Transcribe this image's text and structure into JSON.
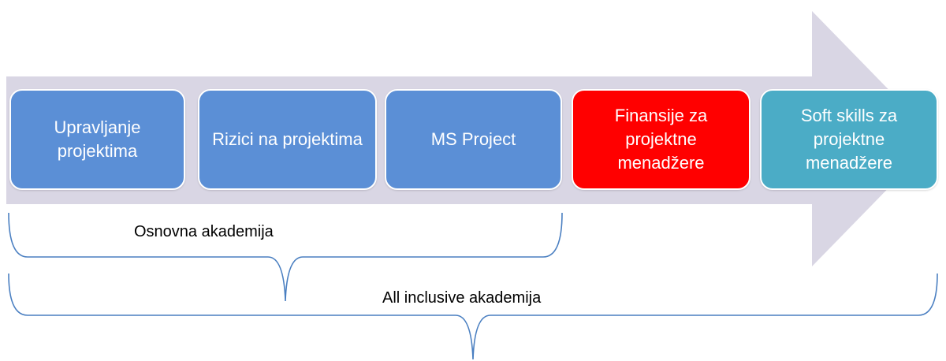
{
  "steps": [
    {
      "label": "Upravljanje projektima",
      "color": "#5b8fd6"
    },
    {
      "label": "Rizici na projektima",
      "color": "#5b8fd6"
    },
    {
      "label": "MS Project",
      "color": "#5b8fd6"
    },
    {
      "label": "Finansije za projektne menadžere",
      "color": "#ff0000"
    },
    {
      "label": "Soft skills za projektne menadžere",
      "color": "#4bacc6"
    }
  ],
  "groups": {
    "basic": "Osnovna akademija",
    "all": "All inclusive akademija"
  },
  "colors": {
    "arrow": "#d9d6e4",
    "brace": "#4a7fc1"
  }
}
